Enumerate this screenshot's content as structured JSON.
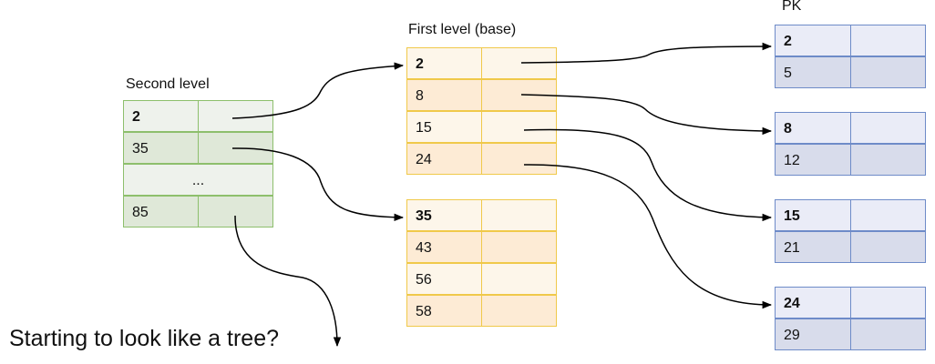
{
  "labels": {
    "second_level": "Second level",
    "first_level": "First level (base)",
    "pk": "PK",
    "caption": "Starting to look like a tree?"
  },
  "colors": {
    "green_border": "#8dbf6c",
    "green_light": "#eef2ec",
    "green_dark": "#dfe8d8",
    "orange_border": "#f0c94a",
    "orange_light": "#fdf6ea",
    "orange_dark": "#fdebd5",
    "blue_border": "#6e8bc8",
    "blue_light": "#eaecf7",
    "blue_dark": "#d8dceb",
    "arrow": "#000000"
  },
  "second_level": {
    "rows": [
      {
        "key": "2",
        "bold": true
      },
      {
        "key": "35",
        "bold": false
      },
      {
        "key": "...",
        "ellipsis": true
      },
      {
        "key": "85",
        "bold": false
      }
    ]
  },
  "first_level": {
    "blocks": [
      {
        "rows": [
          {
            "key": "2",
            "bold": true
          },
          {
            "key": "8"
          },
          {
            "key": "15"
          },
          {
            "key": "24"
          }
        ]
      },
      {
        "rows": [
          {
            "key": "35",
            "bold": true
          },
          {
            "key": "43"
          },
          {
            "key": "56"
          },
          {
            "key": "58"
          }
        ]
      }
    ]
  },
  "pk": {
    "blocks": [
      {
        "rows": [
          {
            "key": "2",
            "bold": true
          },
          {
            "key": "5"
          }
        ]
      },
      {
        "rows": [
          {
            "key": "8",
            "bold": true
          },
          {
            "key": "12"
          }
        ]
      },
      {
        "rows": [
          {
            "key": "15",
            "bold": true
          },
          {
            "key": "21"
          }
        ]
      },
      {
        "rows": [
          {
            "key": "24",
            "bold": true
          },
          {
            "key": "29"
          }
        ]
      }
    ]
  }
}
